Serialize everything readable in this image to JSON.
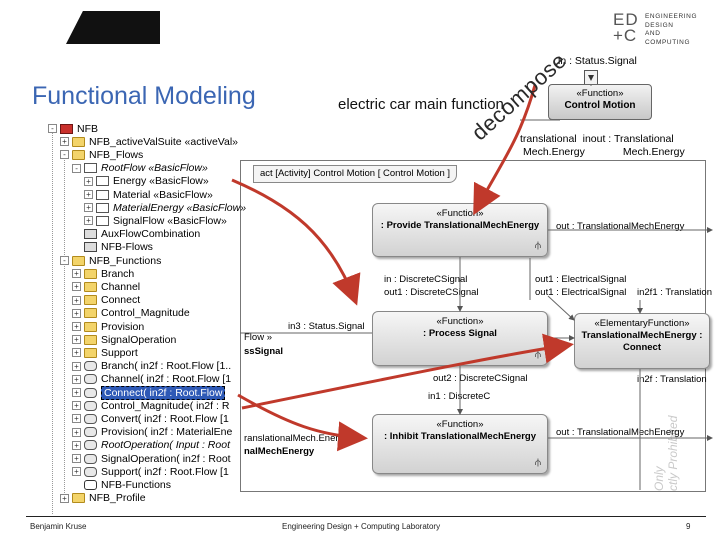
{
  "header": {
    "logo_main": [
      "ED",
      "+C"
    ],
    "logo_sub": [
      "ENGINEERING",
      "DESIGN",
      "AND",
      "COMPUTING"
    ]
  },
  "slide": {
    "title": "Functional Modeling",
    "caption": "electric car main function",
    "decompose": "decompose"
  },
  "function_block": {
    "stereotype": "«Function»",
    "name": "Control Motion",
    "top_port": "in : Status.Signal",
    "ports_left": [
      "translational",
      "Mech.Energy"
    ],
    "ports_right": [
      "inout : Translational",
      "Mech.Energy"
    ]
  },
  "diagram": {
    "header": "act [Activity] Control Motion [ Control Motion ]",
    "blocks": [
      {
        "id": "provide",
        "stereotype": "«Function»",
        "name": ": Provide TranslationalMechEnergy"
      },
      {
        "id": "process",
        "stereotype": "«Function»",
        "name": ": Process Signal"
      },
      {
        "id": "connect",
        "stereotype": "«ElementaryFunction»",
        "name": "TranslationalMechEnergy : Connect"
      },
      {
        "id": "inhibit",
        "stereotype": "«Function»",
        "name": ": Inhibit TranslationalMechEnergy"
      }
    ],
    "pins": {
      "provide_out": "out : TranslationalMechEnergy",
      "provide_in": "in : DiscreteCSignal",
      "provide_out1": "out1 : DiscreteCSignal",
      "elec_out1a": "out1 : ElectricalSignal",
      "elec_out1b": "out1 : ElectricalSignal",
      "in2f_1": "in2f1 : Translation",
      "in3": "in3 : Status.Signal",
      "flow_left": "Flow »",
      "flow_left2": "ssSignal",
      "out2": "out2 : DiscreteCSignal",
      "in1": "in1 : DiscreteC",
      "in2f_2": "in2f : Translation",
      "inhibit_left": "ranslationalMech.Energy",
      "inhibit_left2": "nalMechEnergy",
      "inhibit_out": "out : TranslationalMechEnergy"
    },
    "watermarks": [
      "Only",
      "ctly Prohibited"
    ]
  },
  "tree": {
    "rows": [
      {
        "label": "NFB",
        "icon": "root",
        "level": 0,
        "exp": "-"
      },
      {
        "label": "NFB_activeValSuite «activeVal»",
        "icon": "folder",
        "level": 1,
        "exp": "+"
      },
      {
        "label": "NFB_Flows",
        "icon": "folder",
        "level": 1,
        "exp": "-"
      },
      {
        "label": "RootFlow «BasicFlow»",
        "icon": "flow",
        "level": 2,
        "exp": "-",
        "italic": true
      },
      {
        "label": "Energy «BasicFlow»",
        "icon": "flow",
        "level": 3,
        "exp": "+"
      },
      {
        "label": "Material «BasicFlow»",
        "icon": "flow",
        "level": 3,
        "exp": "+"
      },
      {
        "label": "MaterialEnergy «BasicFlow»",
        "icon": "flow",
        "level": 3,
        "exp": "+",
        "italic": true
      },
      {
        "label": "SignalFlow «BasicFlow»",
        "icon": "flow",
        "level": 3,
        "exp": "+"
      },
      {
        "label": "AuxFlowCombination",
        "icon": "combo",
        "level": 2,
        "exp": ""
      },
      {
        "label": "NFB-Flows",
        "icon": "combo",
        "level": 2,
        "exp": ""
      },
      {
        "label": "NFB_Functions",
        "icon": "folder",
        "level": 1,
        "exp": "-"
      },
      {
        "label": "Branch",
        "icon": "folder",
        "level": 2,
        "exp": "+"
      },
      {
        "label": "Channel",
        "icon": "folder",
        "level": 2,
        "exp": "+"
      },
      {
        "label": "Connect",
        "icon": "folder",
        "level": 2,
        "exp": "+"
      },
      {
        "label": "Control_Magnitude",
        "icon": "folder",
        "level": 2,
        "exp": "+"
      },
      {
        "label": "Provision",
        "icon": "folder",
        "level": 2,
        "exp": "+"
      },
      {
        "label": "SignalOperation",
        "icon": "folder",
        "level": 2,
        "exp": "+"
      },
      {
        "label": "Support",
        "icon": "folder",
        "level": 2,
        "exp": "+"
      },
      {
        "label": "Branch( in2f : Root.Flow [1..",
        "icon": "conn",
        "level": 2,
        "exp": "+"
      },
      {
        "label": "Channel( in2f : Root.Flow [1",
        "icon": "conn",
        "level": 2,
        "exp": "+"
      },
      {
        "label": "Connect( in2f : Root.Flow ",
        "icon": "conn",
        "level": 2,
        "exp": "+",
        "selected": true
      },
      {
        "label": "Control_Magnitude( in2f : R",
        "icon": "conn",
        "level": 2,
        "exp": "+"
      },
      {
        "label": "Convert( in2f : Root.Flow [1",
        "icon": "conn",
        "level": 2,
        "exp": "+"
      },
      {
        "label": "Provision( in2f : MaterialEne",
        "icon": "conn",
        "level": 2,
        "exp": "+"
      },
      {
        "label": "RootOperation( Input : Root",
        "icon": "conn",
        "level": 2,
        "exp": "+",
        "italic": true
      },
      {
        "label": "SignalOperation( in2f : Root",
        "icon": "conn",
        "level": 2,
        "exp": "+"
      },
      {
        "label": "Support( in2f : Root.Flow [1",
        "icon": "conn",
        "level": 2,
        "exp": "+"
      },
      {
        "label": "NFB-Functions",
        "icon": "act",
        "level": 2,
        "exp": ""
      },
      {
        "label": "NFB_Profile",
        "icon": "folder",
        "level": 1,
        "exp": "+"
      }
    ]
  },
  "footer": {
    "author": "Benjamin Kruse",
    "lab": "Engineering Design + Computing Laboratory",
    "page": "9"
  },
  "colors": {
    "title": "#3b66b3",
    "arrow": "#c0392b",
    "selection": "#2e59b6"
  }
}
